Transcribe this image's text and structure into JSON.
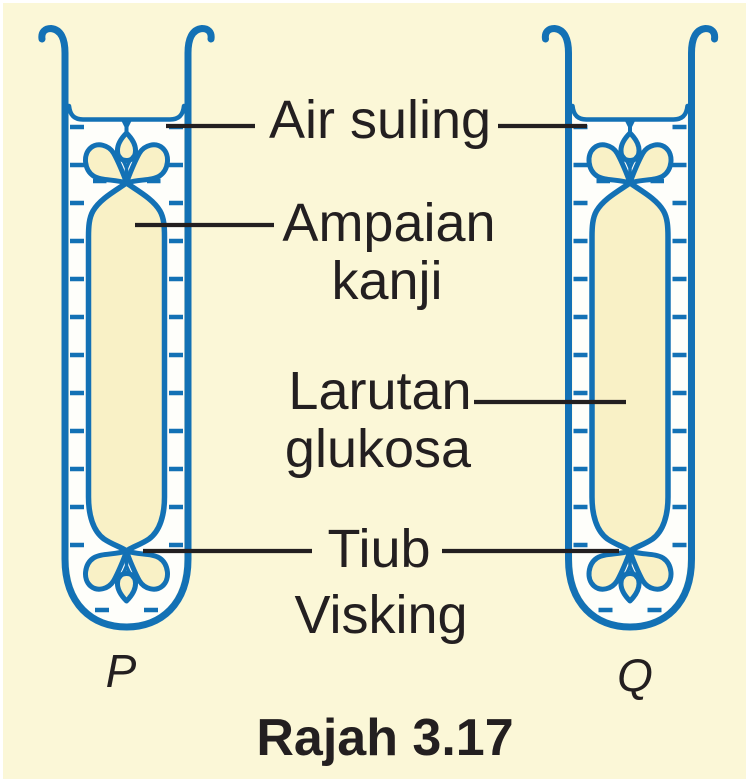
{
  "figure": {
    "caption": "Rajah 3.17",
    "labels": {
      "air_suling": "Air suling",
      "ampaian_line1": "Ampaian",
      "ampaian_line2": "kanji",
      "larutan_line1": "Larutan",
      "larutan_line2": "glukosa",
      "tiub_line1": "Tiub",
      "tiub_line2": "Visking",
      "tube_p": "P",
      "tube_q": "Q"
    },
    "colors": {
      "background": "#FBF7D7",
      "tube_blue": "#1371B5",
      "bag_fill": "#F9F1C6",
      "water_fill": "#FEFEFA",
      "line_black": "#231F20"
    }
  }
}
